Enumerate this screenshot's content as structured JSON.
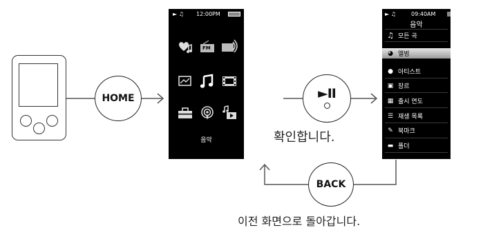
{
  "home_button": {
    "label": "HOME"
  },
  "play_button": {
    "label": "►II",
    "caption": "확인합니다."
  },
  "back_button": {
    "label": "BACK",
    "caption": "이전 화면으로 돌아갑니다."
  },
  "home_screen": {
    "status": {
      "left": "► ♫",
      "time": "12:00PM"
    },
    "icons": [
      "heart-music-icon",
      "fm-radio-icon",
      "podcast-icon",
      "photo-icon",
      "music-note-icon",
      "video-icon",
      "toolbox-icon",
      "podcast-broadcast-icon",
      "music-video-icon"
    ],
    "fm_label": "FM",
    "selected_label": "음악"
  },
  "music_screen": {
    "status": {
      "left": "► ♫",
      "time": "09:40AM"
    },
    "title": "음악",
    "items": [
      {
        "icon": "music-note-icon",
        "label": "모든 곡"
      },
      {
        "icon": "album-icon",
        "label": "앨범",
        "selected": true
      },
      {
        "icon": "artist-icon",
        "label": "아티스트"
      },
      {
        "icon": "genre-icon",
        "label": "장르"
      },
      {
        "icon": "calendar-icon",
        "label": "출시 연도"
      },
      {
        "icon": "playlist-icon",
        "label": "재생 목록"
      },
      {
        "icon": "bookmark-icon",
        "label": "북마크"
      },
      {
        "icon": "folder-icon",
        "label": "폴더"
      }
    ]
  },
  "colors": {
    "screen_bg": "#000000",
    "selection": "#bdbdbd",
    "line": "#333333"
  }
}
